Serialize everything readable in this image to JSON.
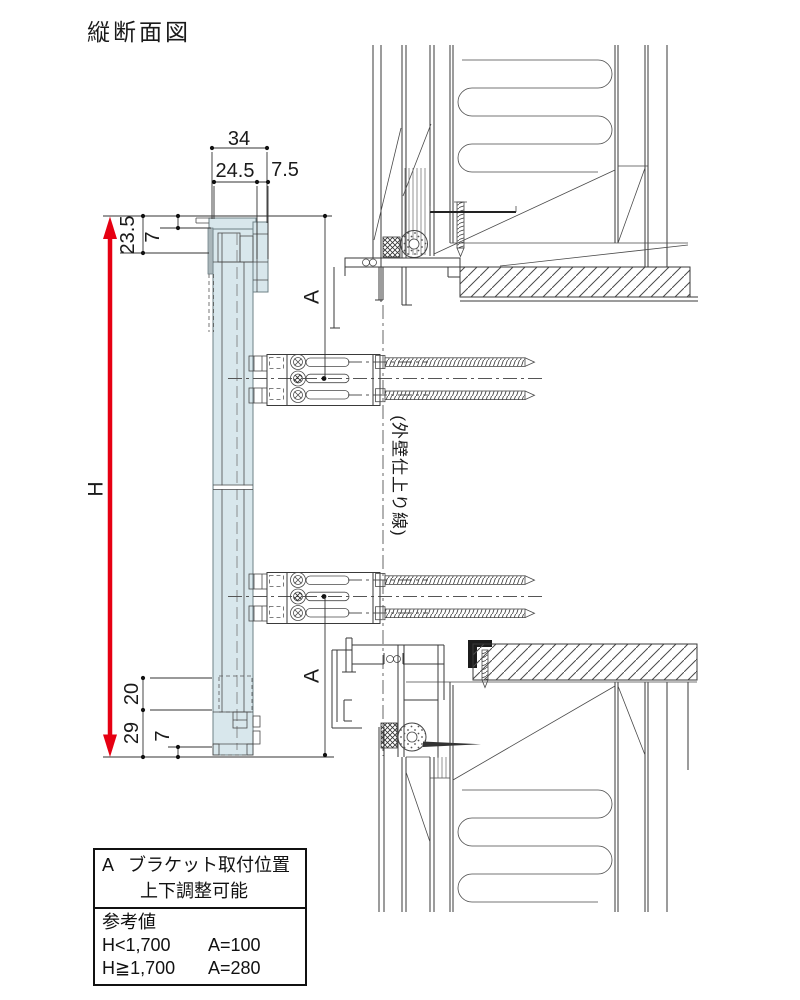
{
  "title": "縦断面図",
  "drawing": {
    "wall_finish_line_label": "(外壁仕上り線)",
    "dimensions": {
      "top_width_total": "34",
      "top_width_left": "24.5",
      "top_width_right": "7.5",
      "left_top_offset": "23.5",
      "left_top_small": "7",
      "height_label": "H",
      "bracket_top": "A",
      "bracket_bottom": "A",
      "left_bottom_20": "20",
      "left_bottom_29": "29",
      "left_bottom_small": "7"
    },
    "colors": {
      "dimension_arrow": "#e60012",
      "rail_fill": "#d8e7ec",
      "line": "#3a3a3a"
    }
  },
  "note_table": {
    "row_a_key": "A",
    "row_a_text": "ブラケット取付位置",
    "row_a_text2": "上下調整可能",
    "ref_label": "参考値",
    "rows": [
      {
        "condition": "H<1,700",
        "value": "A=100"
      },
      {
        "condition": "H≧1,700",
        "value": "A=280"
      }
    ]
  }
}
